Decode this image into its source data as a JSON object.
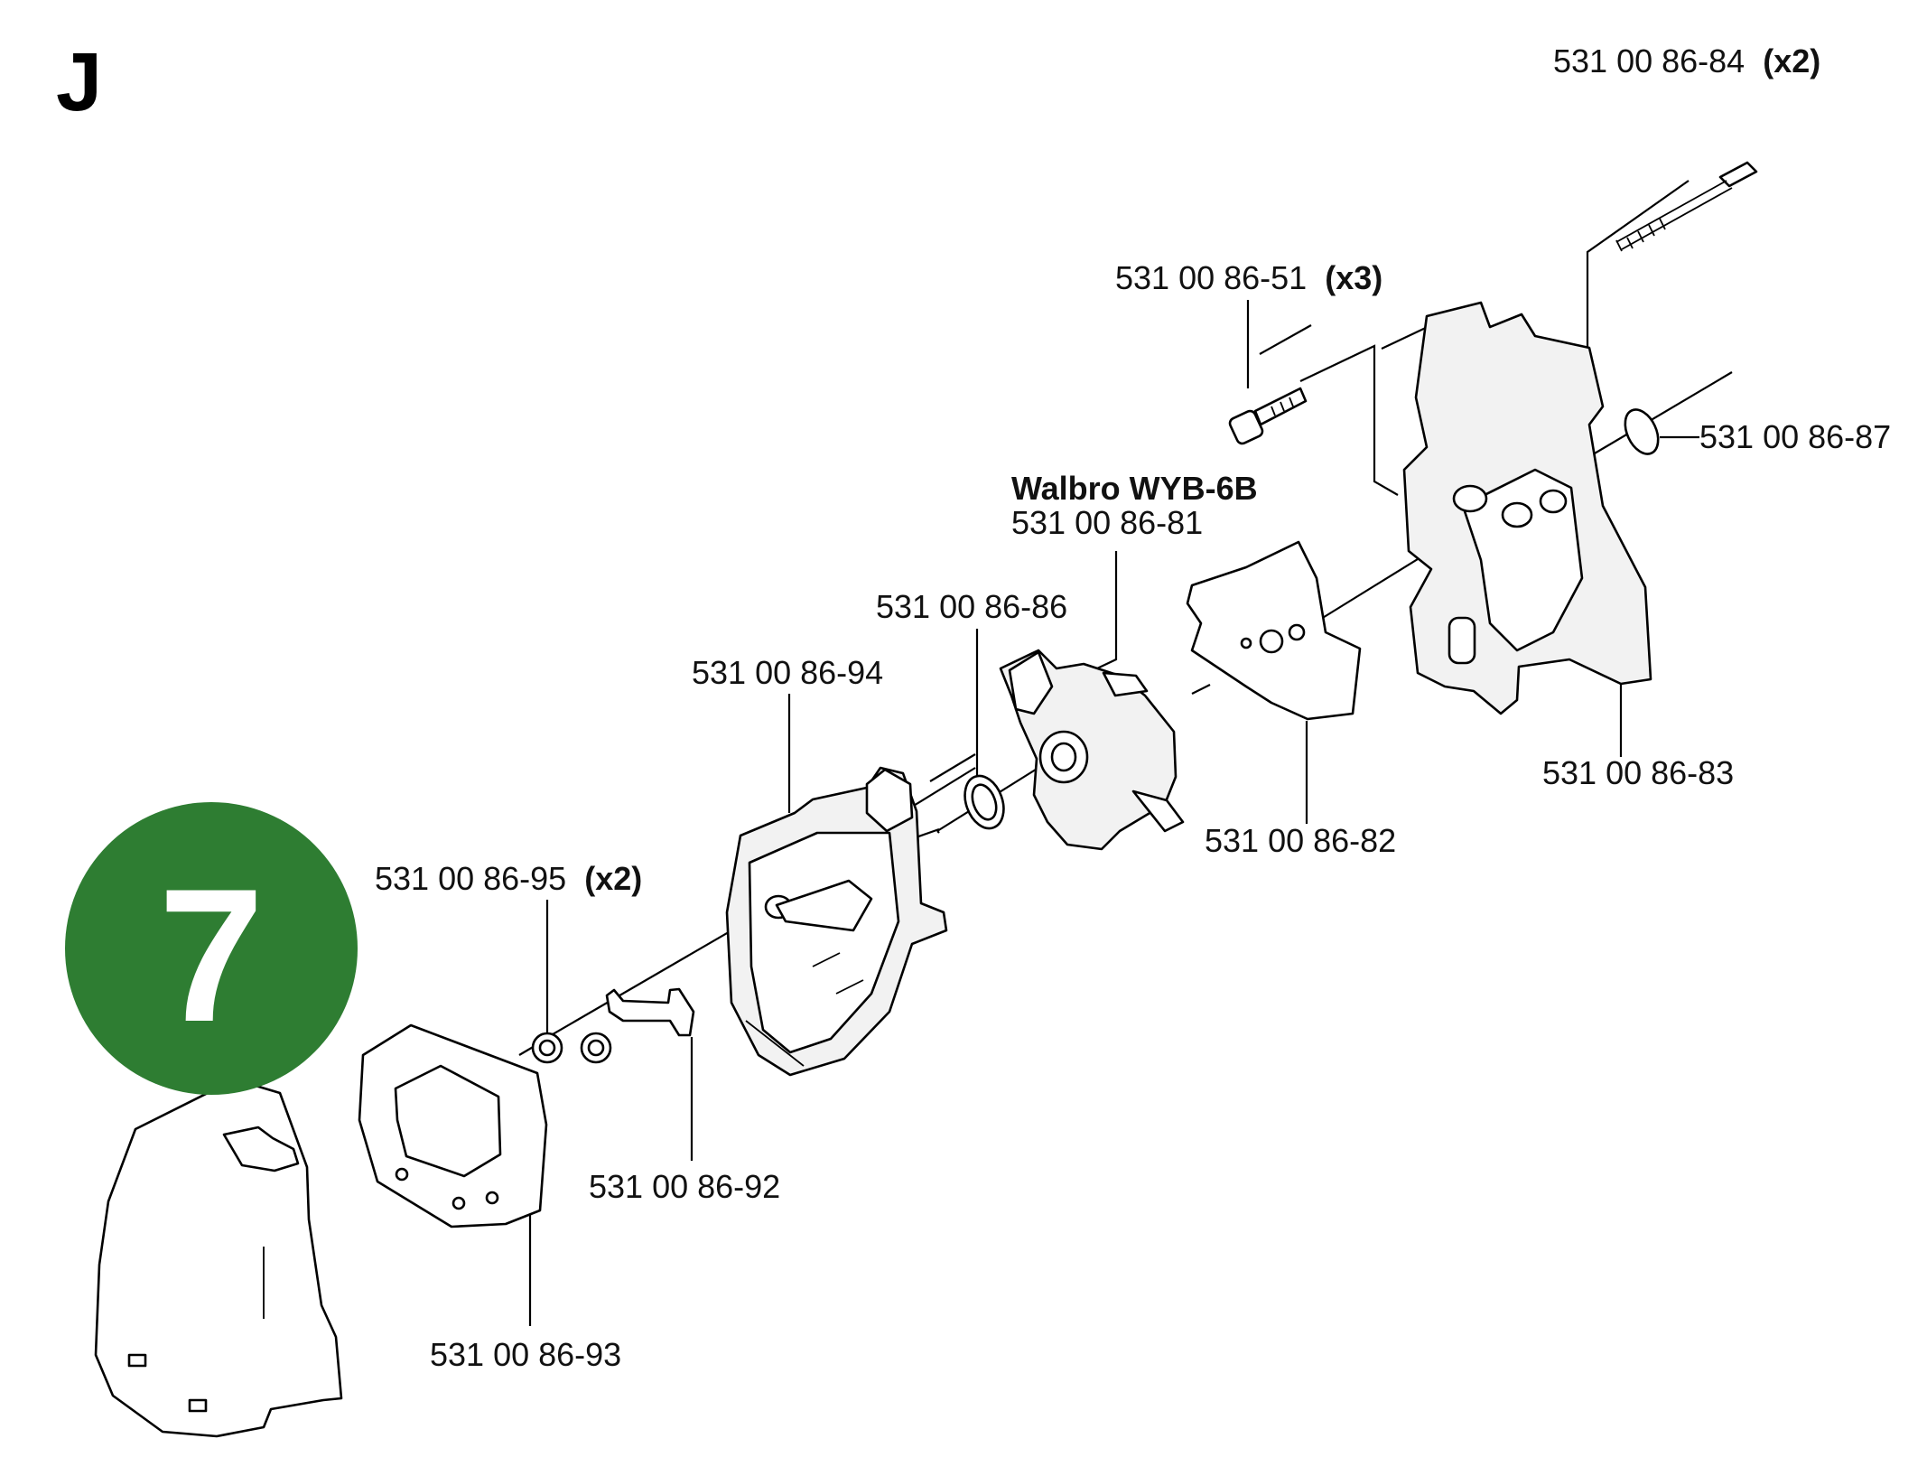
{
  "section_letter": "J",
  "step_badge": {
    "number": "7",
    "color": "#2e7d32"
  },
  "labels": {
    "p84": {
      "code": "531 00 86-84",
      "qty": "(x2)"
    },
    "p51": {
      "code": "531 00 86-51",
      "qty": "(x3)"
    },
    "p87": {
      "code": "531 00 86-87"
    },
    "carb_model": "Walbro WYB-6B",
    "p81": {
      "code": "531 00 86-81"
    },
    "p86": {
      "code": "531 00 86-86"
    },
    "p94": {
      "code": "531 00 86-94"
    },
    "p83": {
      "code": "531 00 86-83"
    },
    "p82": {
      "code": "531 00 86-82"
    },
    "p95": {
      "code": "531 00 86-95",
      "qty": "(x2)"
    },
    "p92": {
      "code": "531 00 86-92"
    },
    "p93": {
      "code": "531 00 86-93"
    }
  }
}
